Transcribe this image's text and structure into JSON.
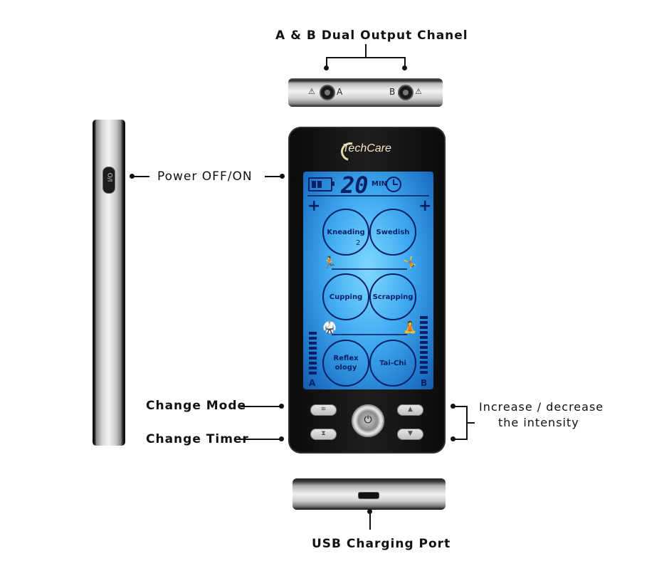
{
  "labels": {
    "dual_output": "A & B Dual Output Chanel",
    "power": "Power OFF/ON",
    "change_mode": "Change Mode",
    "change_timer": "Change Timer",
    "intensity_line1": "Increase / decrease",
    "intensity_line2": "the intensity",
    "usb": "USB Charging Port"
  },
  "top_view": {
    "channel_a": "A",
    "channel_b": "B",
    "warning_symbol": "⚠"
  },
  "side_view": {
    "power_symbol": "O/I"
  },
  "device": {
    "brand": "TechCare",
    "screen": {
      "timer_value": "20",
      "timer_unit": "MIN",
      "plus_symbol": "+",
      "modes": [
        "Kneading",
        "Swedish",
        "Cupping",
        "Scrapping",
        "Reflex ology",
        "Tai-Chi"
      ],
      "mode_level": "2",
      "channel_a": "A",
      "channel_b": "B"
    },
    "buttons": {
      "mode_symbol": "≋",
      "timer_symbol": "⧗",
      "power_symbol": "⏻",
      "up_symbol": "▲",
      "down_symbol": "▼"
    }
  }
}
